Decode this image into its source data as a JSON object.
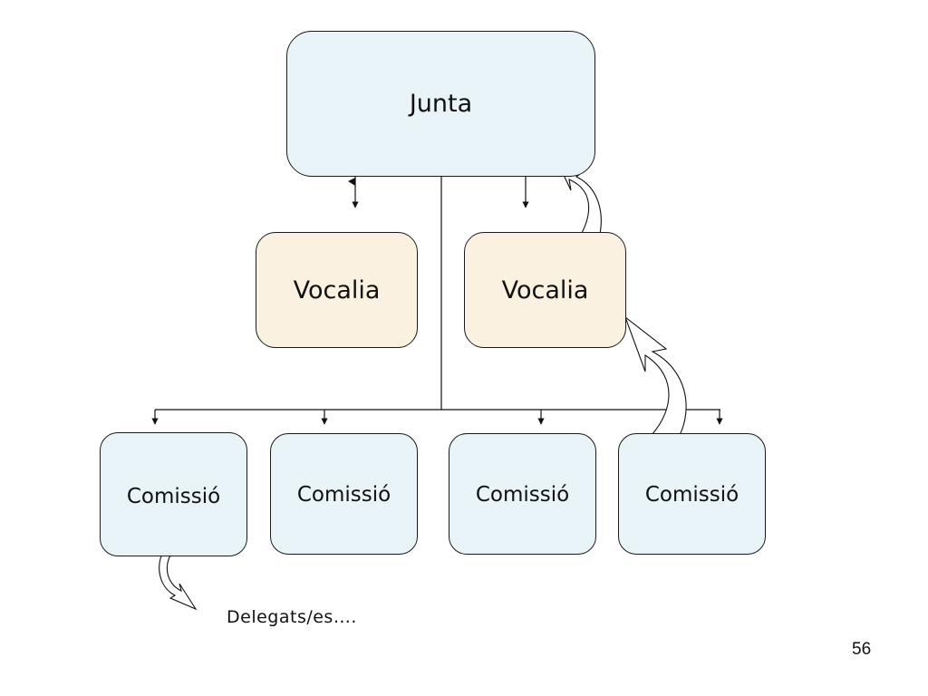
{
  "diagram": {
    "top": {
      "label": "Junta",
      "fill": "#e8f4f7"
    },
    "middle": [
      {
        "label": "Vocalia",
        "fill": "#fbf1e1"
      },
      {
        "label": "Vocalia",
        "fill": "#fbf1e1"
      }
    ],
    "bottom": [
      {
        "label": "Comissió",
        "fill": "#e8f4f7"
      },
      {
        "label": "Comissió",
        "fill": "#e8f4f7"
      },
      {
        "label": "Comissió",
        "fill": "#e8f4f7"
      },
      {
        "label": "Comissió",
        "fill": "#e8f4f7"
      }
    ],
    "note": "Delegats/es…."
  },
  "page_number": "56"
}
